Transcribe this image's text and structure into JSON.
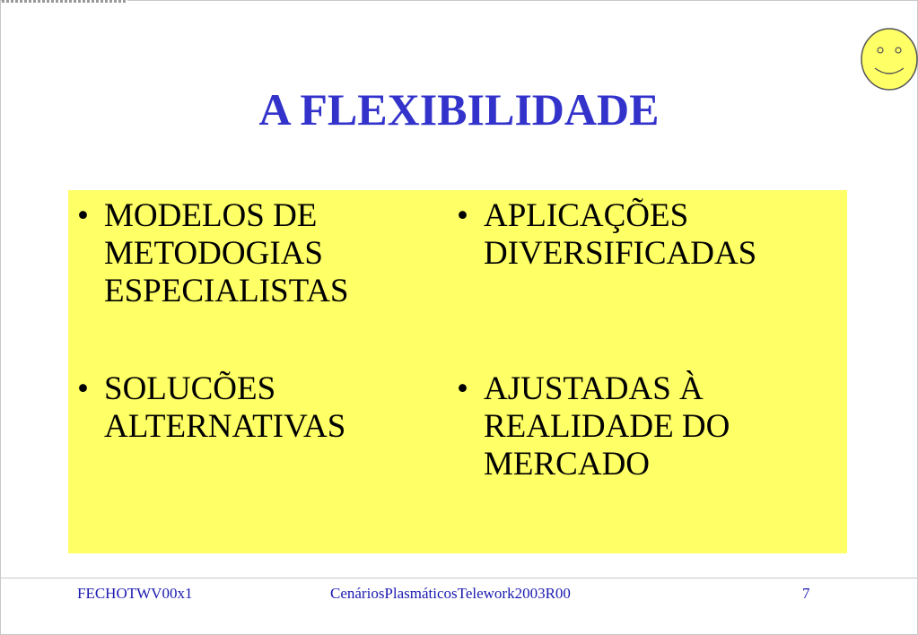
{
  "slide": {
    "title": "A FLEXIBILIDADE",
    "bullet_symbol": "•",
    "bullets": [
      {
        "text": "MODELOS DE METODOGIAS ESPECIALISTAS"
      },
      {
        "text": "APLICAÇÕES DIVERSIFICADAS"
      },
      {
        "text": "SOLUCÕES ALTERNATIVAS"
      },
      {
        "text": "AJUSTADAS À REALIDADE DO MERCADO"
      }
    ]
  },
  "footer": {
    "left": "FECHOTWV00x1",
    "center": "CenáriosPlasmáticosTelework2003R00",
    "page_number": "7"
  },
  "colors": {
    "title": "#3333cc",
    "content_background": "#ffff66",
    "smiley_fill": "#ffff66",
    "footer_text": "#1a1ab0"
  }
}
